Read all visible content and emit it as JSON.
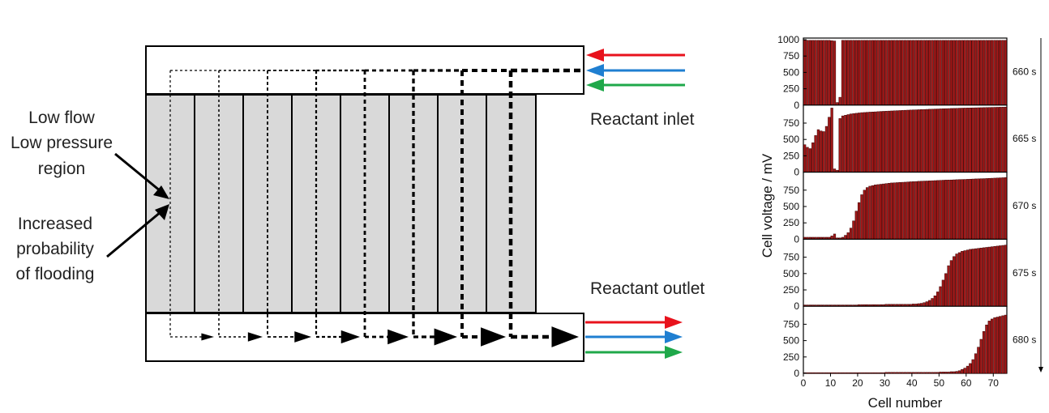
{
  "left_diagram": {
    "label_low_flow": [
      "Low flow",
      "Low pressure",
      "region"
    ],
    "label_flooding": [
      "Increased",
      "probability",
      "of flooding"
    ],
    "label_inlet": "Reactant inlet",
    "label_outlet": "Reactant outlet",
    "stream_colors": [
      "#e8121c",
      "#1f7fd1",
      "#1fa84a"
    ],
    "channel_count": 8
  },
  "chart_data": {
    "type": "bar",
    "xlabel": "Cell number",
    "ylabel": "Cell voltage / mV",
    "x_ticks": [
      0,
      10,
      20,
      30,
      40,
      50,
      60,
      70
    ],
    "y_ticks": [
      0,
      250,
      500,
      750,
      1000
    ],
    "xlim": [
      0,
      75
    ],
    "ylim": [
      0,
      1000
    ],
    "bar_color": "#a01818",
    "panels": [
      {
        "time": "660 s",
        "values": [
          990,
          990,
          990,
          990,
          990,
          990,
          990,
          990,
          990,
          990,
          985,
          980,
          40,
          120,
          990,
          990,
          990,
          990,
          990,
          990,
          990,
          990,
          990,
          990,
          990,
          990,
          990,
          990,
          990,
          990,
          990,
          990,
          990,
          990,
          990,
          990,
          990,
          990,
          990,
          990,
          990,
          990,
          990,
          990,
          990,
          990,
          990,
          990,
          990,
          990,
          990,
          990,
          990,
          990,
          990,
          990,
          990,
          990,
          990,
          990,
          990,
          990,
          990,
          990,
          990,
          990,
          990,
          990,
          990,
          990,
          990,
          990,
          990,
          990,
          990
        ]
      },
      {
        "time": "665 s",
        "values": [
          420,
          380,
          360,
          450,
          560,
          650,
          630,
          620,
          700,
          840,
          980,
          50,
          30,
          820,
          860,
          870,
          880,
          890,
          895,
          900,
          905,
          910,
          912,
          915,
          918,
          920,
          922,
          925,
          928,
          930,
          932,
          934,
          936,
          938,
          940,
          942,
          944,
          946,
          948,
          950,
          952,
          953,
          955,
          957,
          958,
          960,
          962,
          963,
          965,
          966,
          968,
          970,
          971,
          972,
          974,
          975,
          976,
          978,
          979,
          980,
          981,
          982,
          983,
          984,
          985,
          986,
          987,
          988,
          989,
          990,
          991,
          992,
          993,
          994,
          995
        ]
      },
      {
        "time": "670 s",
        "values": [
          30,
          30,
          30,
          30,
          30,
          30,
          30,
          30,
          30,
          30,
          50,
          80,
          20,
          20,
          30,
          60,
          100,
          170,
          280,
          430,
          560,
          680,
          750,
          790,
          810,
          820,
          830,
          835,
          840,
          845,
          850,
          855,
          860,
          862,
          865,
          868,
          870,
          872,
          875,
          878,
          880,
          882,
          885,
          887,
          889,
          890,
          892,
          894,
          896,
          898,
          900,
          902,
          904,
          905,
          906,
          908,
          910,
          912,
          913,
          914,
          916,
          918,
          920,
          922,
          923,
          925,
          926,
          928,
          930,
          932,
          934,
          936,
          938,
          940,
          942
        ]
      },
      {
        "time": "675 s",
        "values": [
          20,
          20,
          20,
          20,
          20,
          20,
          20,
          20,
          20,
          20,
          20,
          20,
          20,
          20,
          20,
          20,
          20,
          20,
          20,
          20,
          25,
          25,
          25,
          25,
          25,
          25,
          25,
          25,
          25,
          25,
          30,
          30,
          30,
          30,
          30,
          30,
          30,
          30,
          30,
          30,
          35,
          35,
          40,
          45,
          55,
          70,
          90,
          120,
          160,
          220,
          300,
          400,
          500,
          620,
          700,
          760,
          800,
          820,
          840,
          850,
          860,
          870,
          875,
          880,
          885,
          890,
          895,
          900,
          905,
          910,
          915,
          920,
          925,
          930,
          935
        ]
      },
      {
        "time": "680 s",
        "values": [
          10,
          10,
          10,
          10,
          10,
          10,
          10,
          10,
          10,
          10,
          10,
          10,
          10,
          10,
          10,
          10,
          10,
          10,
          10,
          10,
          10,
          10,
          10,
          10,
          10,
          10,
          10,
          10,
          10,
          10,
          15,
          15,
          15,
          15,
          15,
          15,
          15,
          15,
          15,
          15,
          15,
          15,
          15,
          15,
          15,
          15,
          15,
          15,
          15,
          15,
          20,
          20,
          20,
          20,
          25,
          25,
          30,
          40,
          60,
          80,
          110,
          150,
          210,
          300,
          400,
          520,
          640,
          740,
          800,
          830,
          850,
          860,
          870,
          880,
          890
        ]
      }
    ]
  }
}
